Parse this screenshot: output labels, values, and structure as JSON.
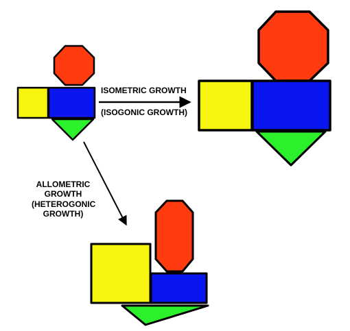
{
  "labels": {
    "isometric_line1": "ISOMETRIC GROWTH",
    "isometric_line2": "(ISOGONIC GROWTH)",
    "allometric_line1": "ALLOMETRIC",
    "allometric_line2": "GROWTH",
    "allometric_line3": "(HETEROGONIC",
    "allometric_line4": "GROWTH)"
  },
  "colors": {
    "octagon": "#ff3b0f",
    "rectangle": "#0a16f0",
    "square": "#f5f510",
    "triangle": "#2bf02b",
    "outline": "#000000",
    "arrow": "#000000"
  },
  "shape_names": [
    "octagon",
    "square",
    "rectangle",
    "triangle"
  ]
}
